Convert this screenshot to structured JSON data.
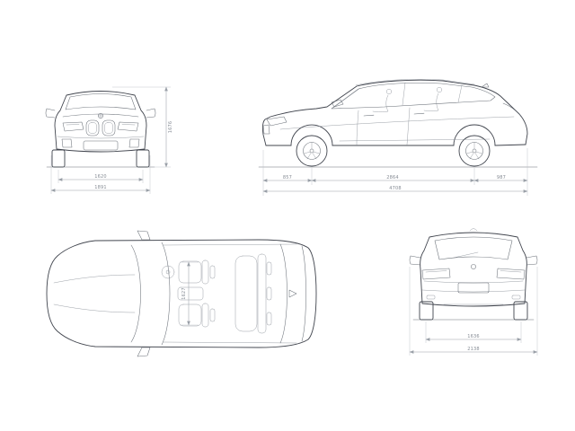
{
  "palette": {
    "background": "#ffffff",
    "body_line": "#41454e",
    "detail_line": "#5a6069",
    "dimension_line": "#9aa0a8",
    "dimension_text": "#858b94"
  },
  "icons": {
    "brand_roundel": "bmw-roundel"
  },
  "views": {
    "front": {
      "dims": {
        "height": "1676",
        "track": "1620",
        "width": "1891"
      }
    },
    "side": {
      "dims": {
        "front_overhang": "857",
        "wheelbase": "2864",
        "rear_overhang": "987",
        "length": "4708"
      }
    },
    "top": {
      "dims": {
        "cabin_width": "1627"
      }
    },
    "rear": {
      "dims": {
        "track": "1636",
        "width_mirrors": "2138"
      }
    }
  }
}
